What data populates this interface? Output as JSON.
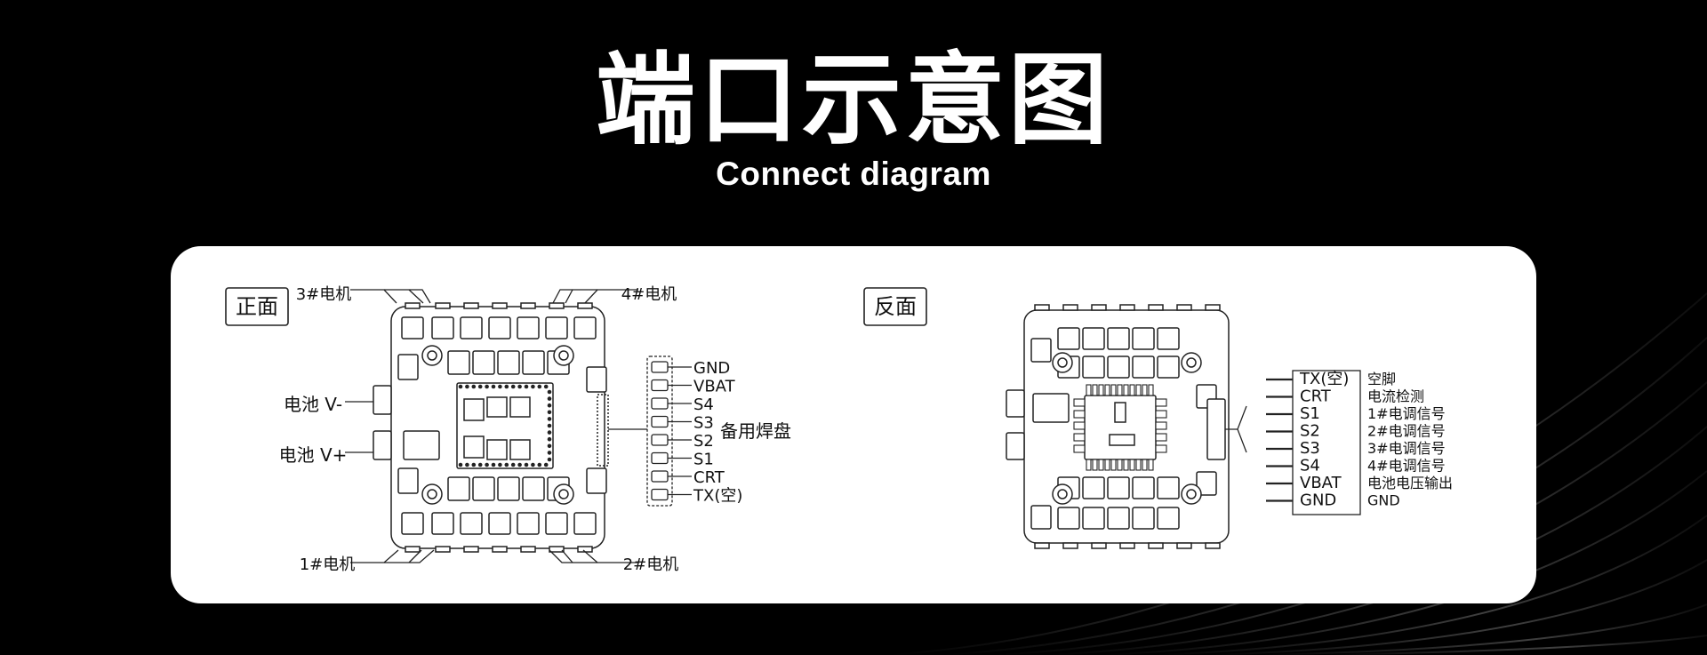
{
  "header": {
    "title_cn": "端口示意图",
    "title_en": "Connect diagram"
  },
  "front": {
    "badge": "正面",
    "motor_3": "3#电机",
    "motor_4": "4#电机",
    "motor_1": "1#电机",
    "motor_2": "2#电机",
    "battery_neg": "电池 V-",
    "battery_pos": "电池 V+",
    "spare_pads_label": "备用焊盘",
    "pads": [
      "GND",
      "VBAT",
      "S4",
      "S3",
      "S2",
      "S1",
      "CRT",
      "TX(空)"
    ]
  },
  "back": {
    "badge": "反面",
    "pins": [
      {
        "code": "TX(空)",
        "desc": "空脚"
      },
      {
        "code": "CRT",
        "desc": "电流检测"
      },
      {
        "code": "S1",
        "desc": "1#电调信号"
      },
      {
        "code": "S2",
        "desc": "2#电调信号"
      },
      {
        "code": "S3",
        "desc": "3#电调信号"
      },
      {
        "code": "S4",
        "desc": "4#电调信号"
      },
      {
        "code": "VBAT",
        "desc": "电池电压输出"
      },
      {
        "code": "GND",
        "desc": "GND"
      }
    ]
  }
}
